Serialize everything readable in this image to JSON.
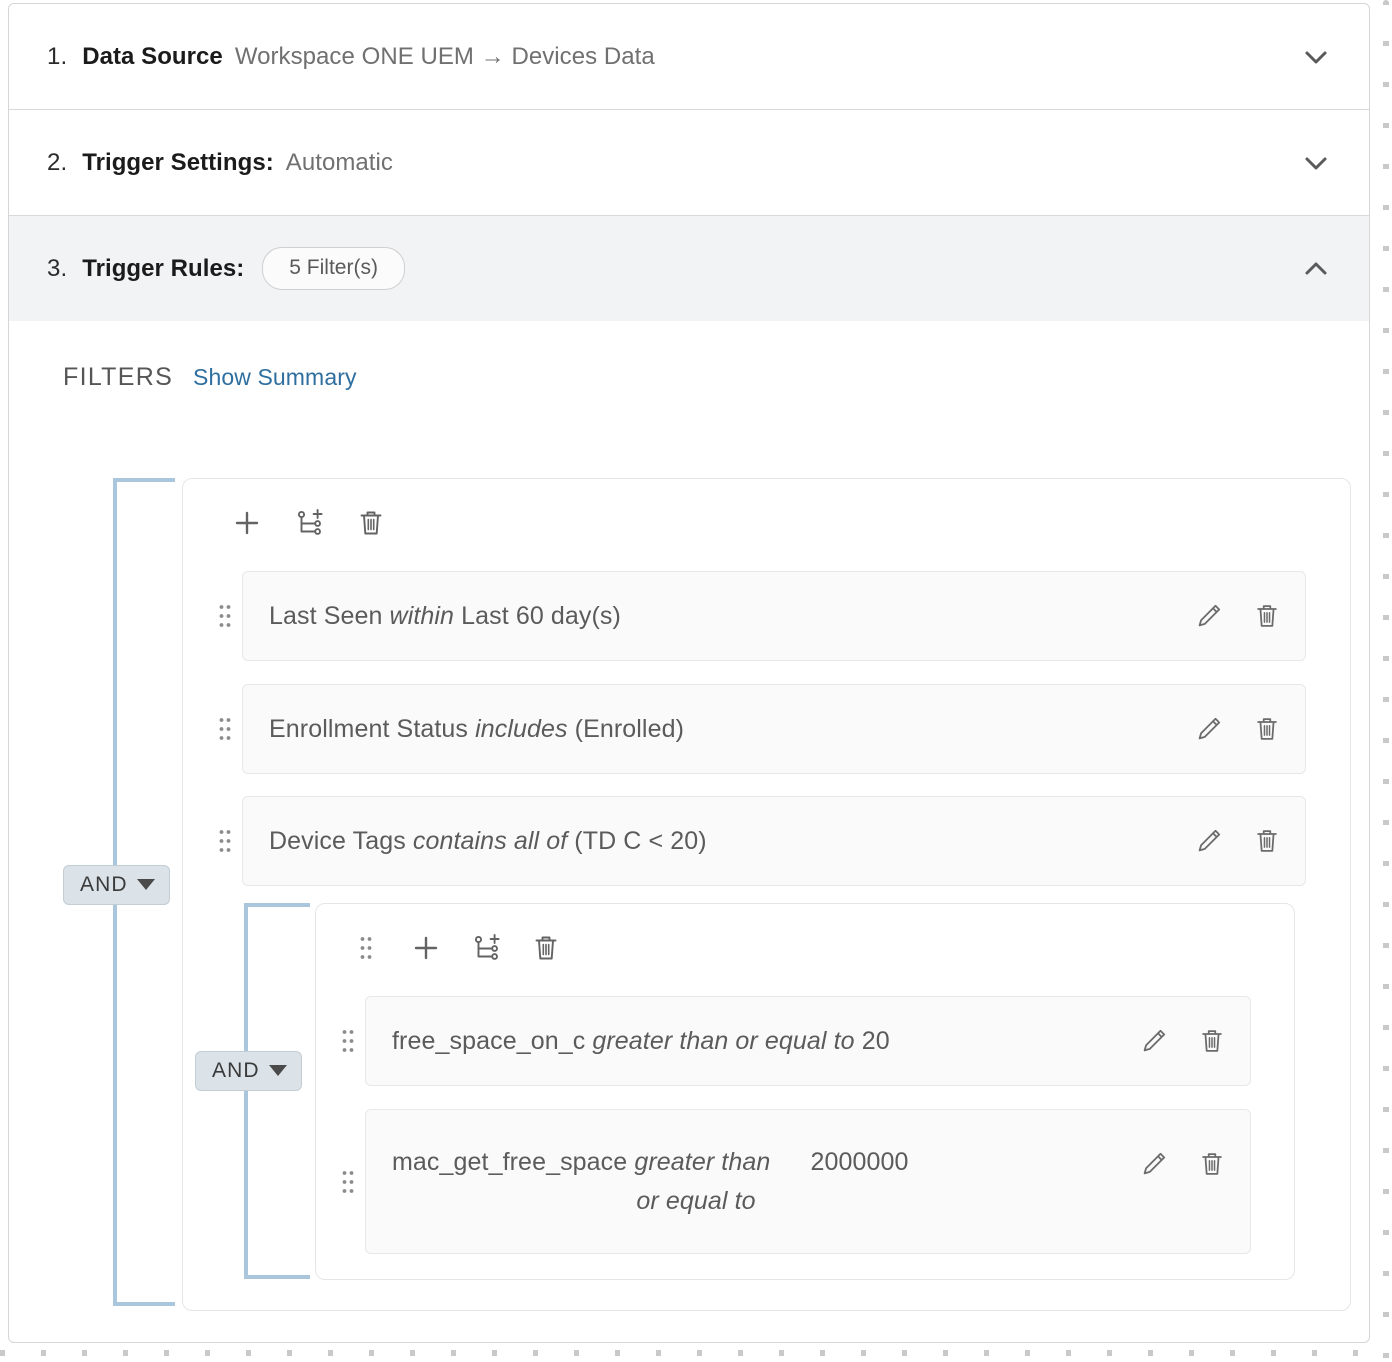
{
  "sections": [
    {
      "num": "1.",
      "title": "Data Source",
      "subtitle": "Workspace ONE UEM → Devices Data",
      "state": "collapsed",
      "chevron": "chevron-down-icon"
    },
    {
      "num": "2.",
      "title": "Trigger Settings:",
      "subtitle": "Automatic",
      "state": "collapsed",
      "chevron": "chevron-down-icon"
    },
    {
      "num": "3.",
      "title": "Trigger Rules:",
      "badge": "5 Filter(s)",
      "state": "expanded",
      "chevron": "chevron-up-icon"
    }
  ],
  "filters_panel": {
    "label": "FILTERS",
    "show_summary": "Show Summary",
    "outer_group": {
      "connector": "AND",
      "connector_caret": "caret-down-icon",
      "toolbar": [
        {
          "name": "add-filter-button",
          "icon": "plus-icon"
        },
        {
          "name": "add-group-button",
          "icon": "add-group-icon"
        },
        {
          "name": "delete-group-button",
          "icon": "trash-icon"
        }
      ],
      "rows": [
        {
          "field": "Last Seen",
          "operator": "within",
          "value": "Last 60 day(s)",
          "edit": "edit-icon",
          "delete": "trash-icon",
          "drag": "drag-handle-icon"
        },
        {
          "field": "Enrollment Status",
          "operator": "includes",
          "value": "(Enrolled)",
          "edit": "edit-icon",
          "delete": "trash-icon",
          "drag": "drag-handle-icon"
        },
        {
          "field": "Device Tags",
          "operator": "contains all of",
          "value": "(TD C < 20)",
          "edit": "edit-icon",
          "delete": "trash-icon",
          "drag": "drag-handle-icon"
        }
      ],
      "inner_group": {
        "connector": "AND",
        "connector_caret": "caret-down-icon",
        "toolbar": [
          {
            "name": "group-drag-handle",
            "icon": "drag-handle-icon"
          },
          {
            "name": "add-filter-button",
            "icon": "plus-icon"
          },
          {
            "name": "add-group-button",
            "icon": "add-group-icon"
          },
          {
            "name": "delete-group-button",
            "icon": "trash-icon"
          }
        ],
        "rows": [
          {
            "field": "free_space_on_c",
            "operator": "greater than or equal to",
            "value": "20",
            "edit": "edit-icon",
            "delete": "trash-icon",
            "drag": "drag-handle-icon"
          },
          {
            "field": "mac_get_free_space",
            "operator_line1": "greater than",
            "operator_line2": "or equal to",
            "value": "2000000",
            "edit": "edit-icon",
            "delete": "trash-icon",
            "drag": "drag-handle-icon"
          }
        ]
      }
    }
  },
  "colors": {
    "connector_line": "#a9c6dc",
    "and_badge_bg": "#dbe3e8",
    "link": "#2f6f9f",
    "row_bg": "#fafafa",
    "section_expanded_bg": "#f2f3f5"
  }
}
